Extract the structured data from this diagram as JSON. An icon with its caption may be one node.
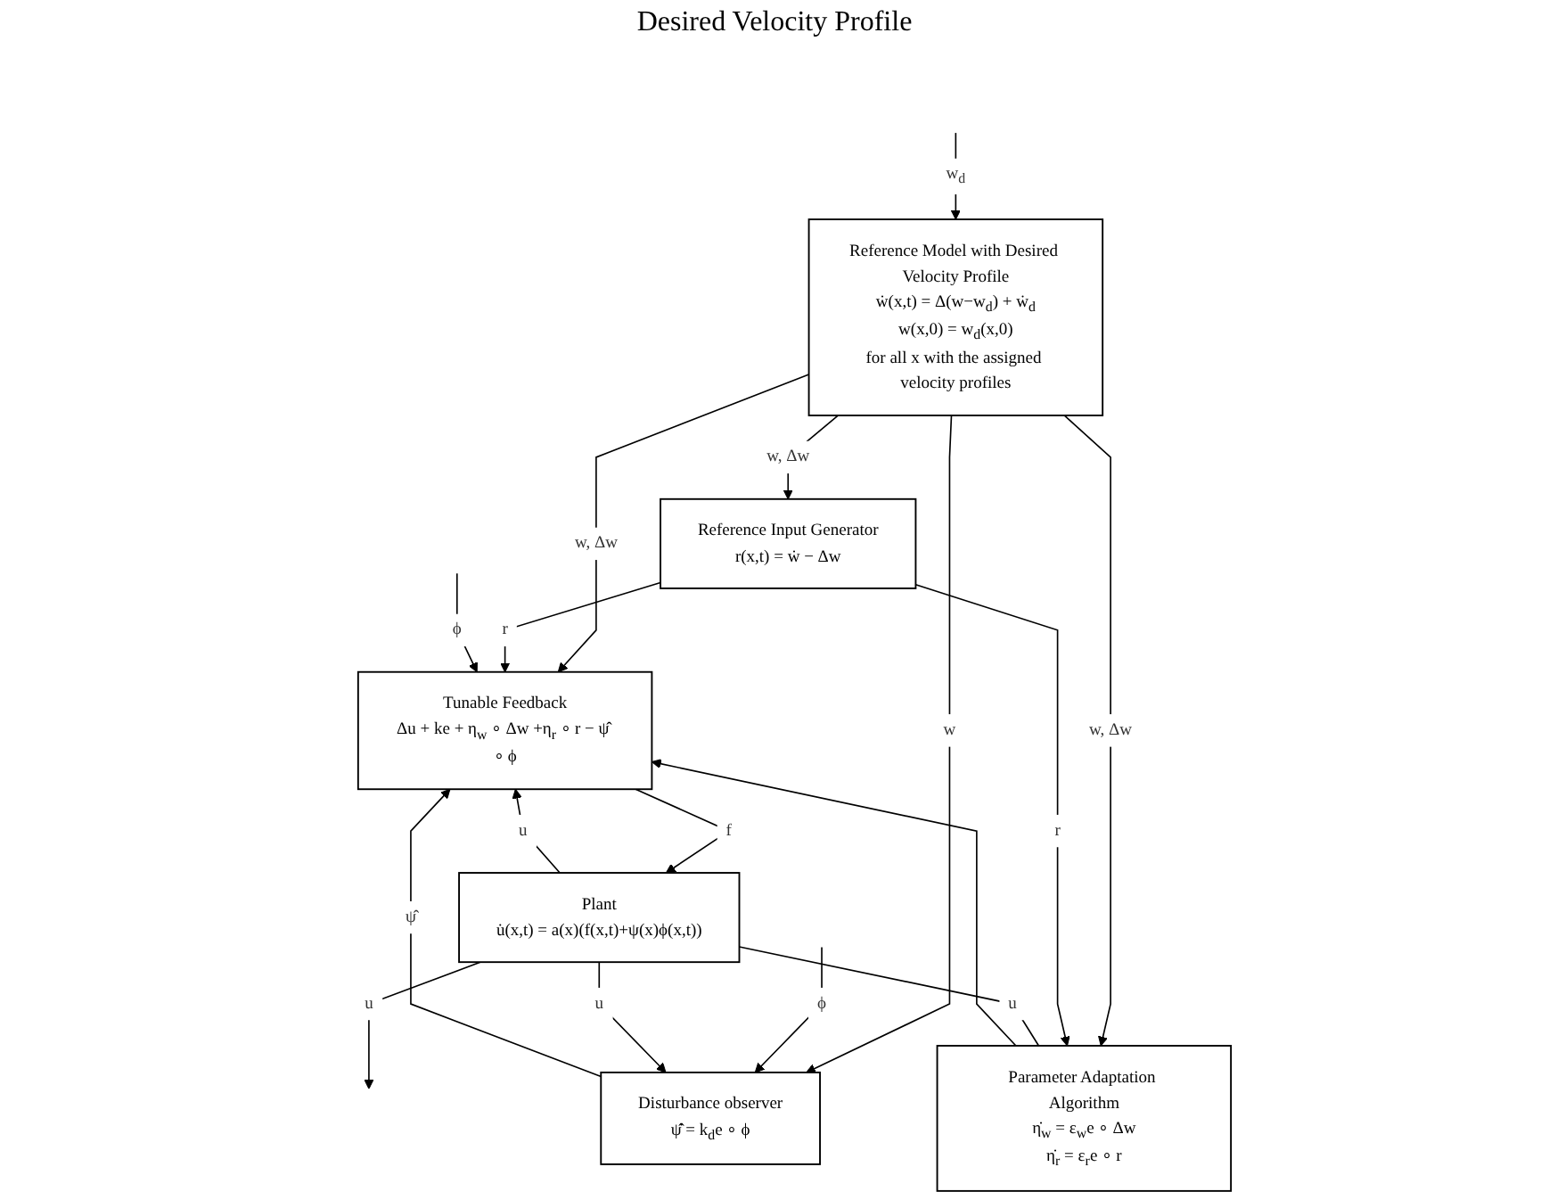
{
  "diagram": {
    "nodes": [
      {
        "text": [
          "Reference Model with Desired Velocity Profile",
          "ẇ(x,t) = Δ(w−w$_{d}$) + ẇ$_{d}$",
          "w(x,0) = w$_{d}$(x,0)",
          "for all x with the assigned velocity profiles"
        ]
      },
      {
        "text": [
          "Reference Input Generator",
          "r(x,t) = ẇ − Δw"
        ]
      },
      {
        "text": [
          "Disturbance observer",
          "ψ̂̇ = k$_{d}$e ∘ ϕ"
        ]
      },
      {
        "text": [
          "Tunable Feedback",
          "Δu + ke + η$_{w}$ ∘ Δw +η$_{r}$ ∘ r − ψ̂ ∘ ϕ"
        ]
      },
      {
        "text": [
          "Plant",
          "u̇(x,t) = a(x)(f(x,t)+ψ(x)ϕ(x,t))"
        ]
      },
      {
        "text": [
          "Parameter Adaptation Algorithm",
          "η̇$_{w}$ = ε$_{w}$e ∘ Δw",
          "η̇$_{r}$ = ε$_{r}$e ∘ r"
        ]
      }
    ],
    "edges": [
      {
        "from": null,
        "to": 0,
        "arrow": "to",
        "label": "w$_{d}$"
      },
      {
        "from": 0,
        "to": 1,
        "arrow": "to",
        "label": "w, Δw"
      },
      {
        "from": 0,
        "to": 3,
        "arrow": "to",
        "label": "w, Δw"
      },
      {
        "from": 0,
        "to": 2,
        "arrow": "to",
        "label": "w"
      },
      {
        "from": 0,
        "to": 5,
        "arrow": "to",
        "label": "w, Δw"
      },
      {
        "from": 1,
        "to": 3,
        "arrow": "to",
        "label": "r"
      },
      {
        "from": 1,
        "to": 5,
        "arrow": "to",
        "label": "r"
      },
      {
        "from": null,
        "to": 2,
        "arrow": "to",
        "label": "ϕ"
      },
      {
        "from": null,
        "to": 3,
        "arrow": "to",
        "label": "ϕ"
      },
      {
        "from": 2,
        "to": 3,
        "arrow": "to",
        "label": "ψ̂"
      },
      {
        "from": 5,
        "to": 3,
        "arrow": "to"
      },
      {
        "from": 3,
        "to": 4,
        "arrow": "to",
        "label": "f"
      },
      {
        "from": 4,
        "to": null,
        "arrow": "to",
        "label": "u"
      },
      {
        "from": 4,
        "to": 2,
        "arrow": "to",
        "label": "u"
      },
      {
        "from": 4,
        "to": 3,
        "arrow": "to",
        "label": "u"
      },
      {
        "from": 4,
        "to": 5,
        "arrow": "none",
        "label": "u"
      }
    ],
    "labels": [
      "Desired Velocity Profile"
    ]
  }
}
